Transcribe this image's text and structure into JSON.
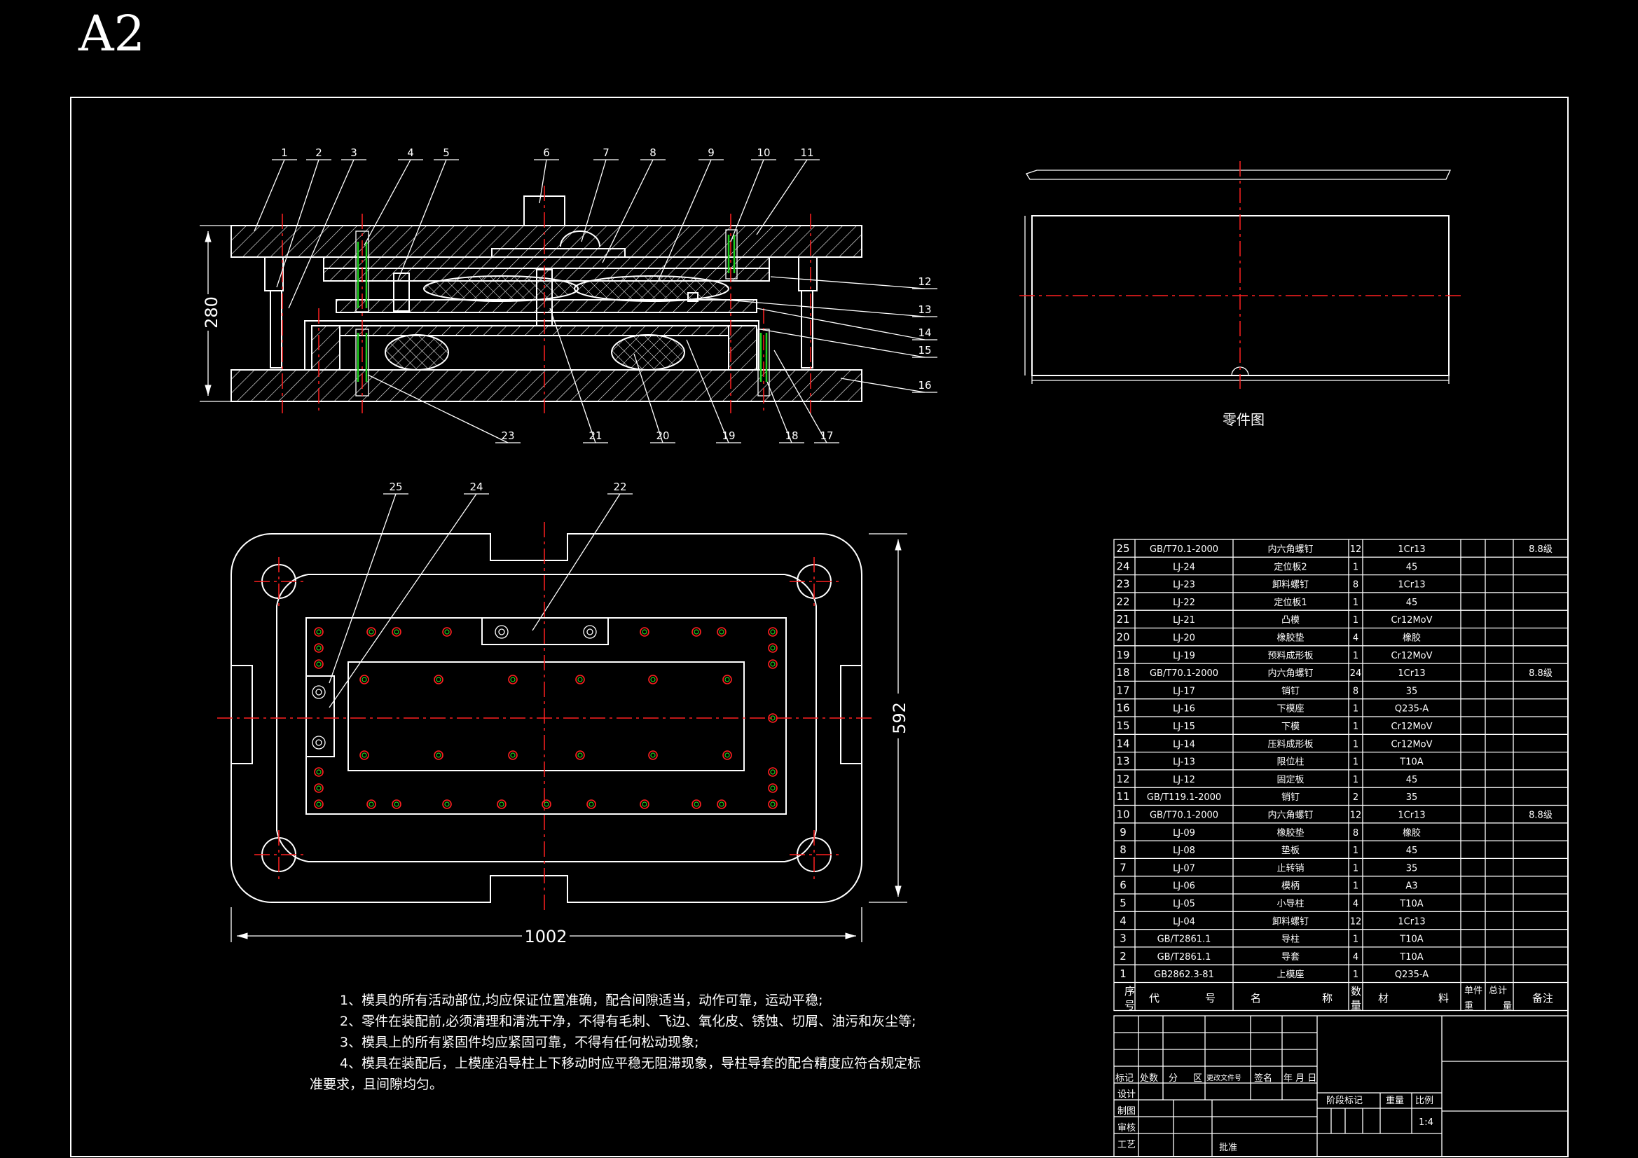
{
  "sheet_label": "A2",
  "part_drawing_label": "零件图",
  "dimensions": {
    "height": "280",
    "length": "1002",
    "width": "592"
  },
  "balloons_top": [
    "1",
    "2",
    "3",
    "4",
    "5",
    "6",
    "7",
    "8",
    "9",
    "10",
    "11"
  ],
  "balloons_right": [
    "12",
    "13",
    "14",
    "15",
    "16"
  ],
  "balloons_bottom": [
    "23",
    "21",
    "20",
    "19",
    "18",
    "17"
  ],
  "balloons_plan": [
    "25",
    "24",
    "22"
  ],
  "notes": [
    "1、模具的所有活动部位,均应保证位置准确，配合间隙适当，动作可靠，运动平稳;",
    "2、零件在装配前,必须清理和清洗干净，不得有毛刺、飞边、氧化皮、锈蚀、切屑、油污和灰尘等;",
    "3、模具上的所有紧固件均应紧固可靠，不得有任何松动现象;",
    "4、模具在装配后，上模座沿导柱上下移动时应平稳无阻滞现象，导柱导套的配合精度应符合规定标",
    "准要求，且间隙均匀。"
  ],
  "bom": [
    {
      "no": "25",
      "code": "GB/T70.1-2000",
      "name": "内六角螺钉",
      "qty": "12",
      "material": "1Cr13",
      "remark": "8.8级"
    },
    {
      "no": "24",
      "code": "LJ-24",
      "name": "定位板2",
      "qty": "1",
      "material": "45",
      "remark": ""
    },
    {
      "no": "23",
      "code": "LJ-23",
      "name": "卸料螺钉",
      "qty": "8",
      "material": "1Cr13",
      "remark": ""
    },
    {
      "no": "22",
      "code": "LJ-22",
      "name": "定位板1",
      "qty": "1",
      "material": "45",
      "remark": ""
    },
    {
      "no": "21",
      "code": "LJ-21",
      "name": "凸模",
      "qty": "1",
      "material": "Cr12MoV",
      "remark": ""
    },
    {
      "no": "20",
      "code": "LJ-20",
      "name": "橡胶垫",
      "qty": "4",
      "material": "橡胶",
      "remark": ""
    },
    {
      "no": "19",
      "code": "LJ-19",
      "name": "预料成形板",
      "qty": "1",
      "material": "Cr12MoV",
      "remark": ""
    },
    {
      "no": "18",
      "code": "GB/T70.1-2000",
      "name": "内六角螺钉",
      "qty": "24",
      "material": "1Cr13",
      "remark": "8.8级"
    },
    {
      "no": "17",
      "code": "LJ-17",
      "name": "销钉",
      "qty": "8",
      "material": "35",
      "remark": ""
    },
    {
      "no": "16",
      "code": "LJ-16",
      "name": "下模座",
      "qty": "1",
      "material": "Q235-A",
      "remark": ""
    },
    {
      "no": "15",
      "code": "LJ-15",
      "name": "下模",
      "qty": "1",
      "material": "Cr12MoV",
      "remark": ""
    },
    {
      "no": "14",
      "code": "LJ-14",
      "name": "压料成形板",
      "qty": "1",
      "material": "Cr12MoV",
      "remark": ""
    },
    {
      "no": "13",
      "code": "LJ-13",
      "name": "限位柱",
      "qty": "1",
      "material": "T10A",
      "remark": ""
    },
    {
      "no": "12",
      "code": "LJ-12",
      "name": "固定板",
      "qty": "1",
      "material": "45",
      "remark": ""
    },
    {
      "no": "11",
      "code": "GB/T119.1-2000",
      "name": "销钉",
      "qty": "2",
      "material": "35",
      "remark": ""
    },
    {
      "no": "10",
      "code": "GB/T70.1-2000",
      "name": "内六角螺钉",
      "qty": "12",
      "material": "1Cr13",
      "remark": "8.8级"
    },
    {
      "no": "9",
      "code": "LJ-09",
      "name": "橡胶垫",
      "qty": "8",
      "material": "橡胶",
      "remark": ""
    },
    {
      "no": "8",
      "code": "LJ-08",
      "name": "垫板",
      "qty": "1",
      "material": "45",
      "remark": ""
    },
    {
      "no": "7",
      "code": "LJ-07",
      "name": "止转销",
      "qty": "1",
      "material": "35",
      "remark": ""
    },
    {
      "no": "6",
      "code": "LJ-06",
      "name": "模柄",
      "qty": "1",
      "material": "A3",
      "remark": ""
    },
    {
      "no": "5",
      "code": "LJ-05",
      "name": "小导柱",
      "qty": "4",
      "material": "T10A",
      "remark": ""
    },
    {
      "no": "4",
      "code": "LJ-04",
      "name": "卸料螺钉",
      "qty": "12",
      "material": "1Cr13",
      "remark": ""
    },
    {
      "no": "3",
      "code": "GB/T2861.1",
      "name": "导柱",
      "qty": "1",
      "material": "T10A",
      "remark": ""
    },
    {
      "no": "2",
      "code": "GB/T2861.1",
      "name": "导套",
      "qty": "4",
      "material": "T10A",
      "remark": ""
    },
    {
      "no": "1",
      "code": "GB2862.3-81",
      "name": "上模座",
      "qty": "1",
      "material": "Q235-A",
      "remark": ""
    }
  ],
  "bom_header": {
    "no_top": "序",
    "no_bot": "号",
    "code_a": "代",
    "code_b": "号",
    "name_a": "名",
    "name_b": "称",
    "qty_top": "数",
    "qty_bot": "量",
    "mat_a": "材",
    "mat_b": "料",
    "unit_weight": "单件",
    "total_weight": "总计",
    "weight_a": "重",
    "weight_b": "量",
    "remark": "备注"
  },
  "title_block": {
    "mark": "标记",
    "count": "处数",
    "zone_a": "分",
    "zone_b": "区",
    "change_doc": "更改文件号",
    "sign": "签名",
    "date": "年 月 日",
    "design": "设计",
    "draw": "制图",
    "check": "审核",
    "process": "工艺",
    "approve": "批准",
    "stage_mark": "阶段标记",
    "weight": "重量",
    "scale": "比例",
    "scale_value": "1:4"
  }
}
